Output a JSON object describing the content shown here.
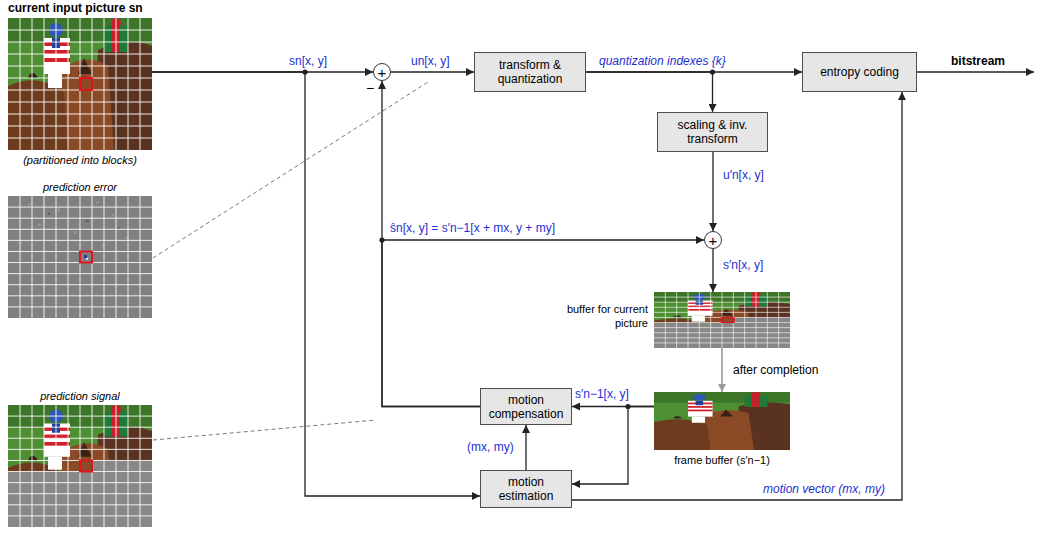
{
  "diagram": {
    "nodes": [
      {
        "text": [
          "current input picture sn",
          "(partitioned into blocks)"
        ]
      },
      {
        "text": [
          "+"
        ]
      },
      {
        "text": [
          "transform & quantization"
        ]
      },
      {
        "text": [
          "entropy coding"
        ]
      },
      {
        "text": [
          "scaling & inv. transform"
        ]
      },
      {
        "text": [
          "+"
        ]
      },
      {
        "text": [
          "prediction error"
        ]
      },
      {
        "text": [
          "buffer for current picture"
        ]
      },
      {
        "text": [
          "prediction signal"
        ]
      },
      {
        "text": [
          "motion compensation"
        ]
      },
      {
        "text": [
          "frame buffer (s′n−1)"
        ]
      },
      {
        "text": [
          "motion estimation"
        ]
      }
    ],
    "edges": [
      {
        "from": 0,
        "to": 1,
        "arrow": "to",
        "label": "sn[x, y]"
      },
      {
        "from": 1,
        "to": 2,
        "arrow": "to",
        "label": "un[x, y]"
      },
      {
        "from": 2,
        "to": 3,
        "arrow": "to",
        "label": "quantization indexes {k}"
      },
      {
        "from": 2,
        "to": 4,
        "arrow": "to"
      },
      {
        "from": 4,
        "to": 5,
        "arrow": "to",
        "label": "u′n[x, y]"
      },
      {
        "from": 5,
        "to": 7,
        "arrow": "to",
        "label": "s′n[x, y]"
      },
      {
        "from": 7,
        "to": 10,
        "arrow": "to",
        "label": "after completion"
      },
      {
        "from": 10,
        "to": 9,
        "arrow": "to",
        "label": "s′n−1[x, y]"
      },
      {
        "from": 10,
        "to": 11,
        "arrow": "to"
      },
      {
        "from": 11,
        "to": 9,
        "arrow": "to",
        "label": "(mx, my)"
      },
      {
        "from": 9,
        "to": 1,
        "arrow": "to"
      },
      {
        "from": 9,
        "to": 5,
        "arrow": "to",
        "label": "ŝn[x, y] = s′n−1[x + mx, y + my]"
      },
      {
        "from": 0,
        "to": 11,
        "arrow": "to"
      },
      {
        "from": 11,
        "to": 3,
        "arrow": "to",
        "label": "motion vector (mx, my)"
      }
    ],
    "labels": [
      "−",
      "bitstream"
    ]
  }
}
